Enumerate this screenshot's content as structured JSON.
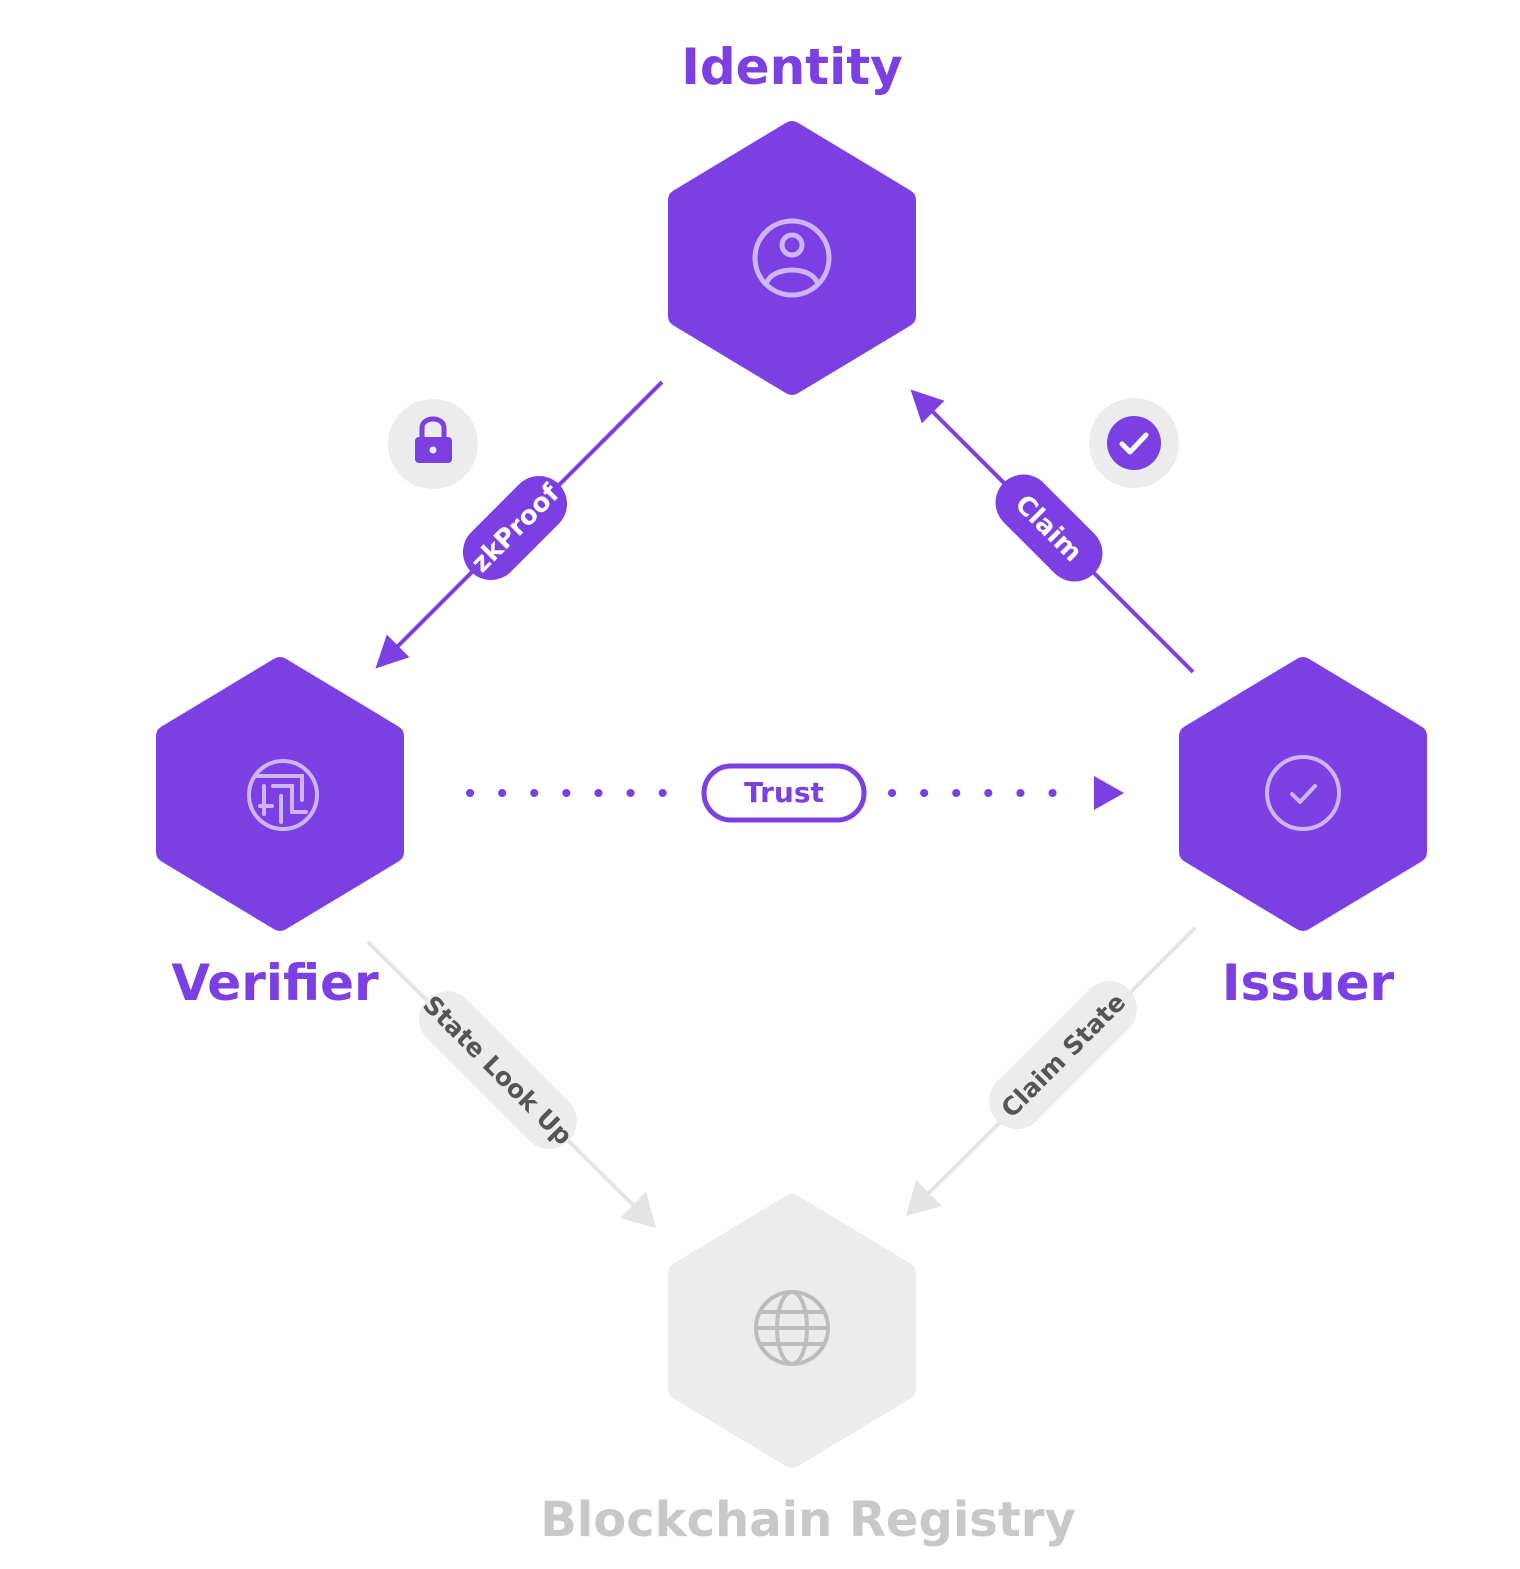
{
  "colors": {
    "primary": "#7b3fe4",
    "muted_fill": "#ececec",
    "muted_stroke": "#e4e4e4",
    "muted_text": "#c8c8c8",
    "muted_icon": "#bdbdbd",
    "badge_bg": "#ececec",
    "white": "#ffffff"
  },
  "nodes": {
    "identity": {
      "label": "Identity",
      "icon": "user-circle-icon"
    },
    "verifier": {
      "label": "Verifier",
      "icon": "circuit-icon"
    },
    "issuer": {
      "label": "Issuer",
      "icon": "check-circle-icon"
    },
    "registry": {
      "label": "Blockchain Registry",
      "icon": "globe-icon"
    }
  },
  "edges": {
    "zkproof": {
      "label": "zkProof"
    },
    "claim": {
      "label": "Claim"
    },
    "trust": {
      "label": "Trust"
    },
    "state_lookup": {
      "label": "State Look Up"
    },
    "claim_state": {
      "label": "Claim State"
    }
  },
  "badges": {
    "lock": {
      "icon": "lock-icon"
    },
    "check": {
      "icon": "check-badge-icon"
    }
  }
}
